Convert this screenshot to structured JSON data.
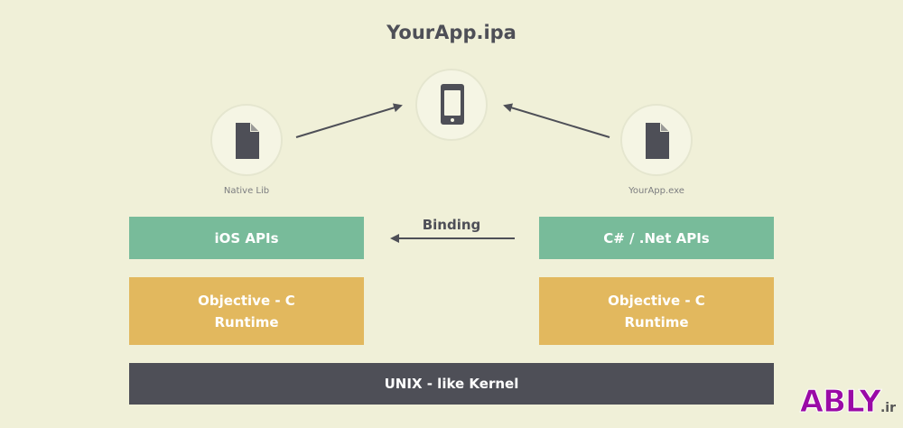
{
  "diagram": {
    "title": "YourApp.ipa",
    "nodes": {
      "phone": {
        "icon": "smartphone-icon"
      },
      "native_lib": {
        "icon": "file-icon",
        "caption": "Native Lib"
      },
      "yourapp_exe": {
        "icon": "file-icon",
        "caption": "YourApp.exe"
      }
    },
    "left_stack": {
      "apis": "iOS APIs",
      "runtime_line1": "Objective - C",
      "runtime_line2": "Runtime"
    },
    "right_stack": {
      "apis": "C# / .Net APIs",
      "runtime_line1": "Objective - C",
      "runtime_line2": "Runtime"
    },
    "binding_label": "Binding",
    "kernel": "UNIX - like Kernel"
  },
  "watermark": {
    "brand": "ABLY",
    "domain": ".ir"
  },
  "colors": {
    "background": "#f0f0d8",
    "api_box": "#78bb9a",
    "runtime_box": "#e2b85e",
    "kernel_box": "#4e4f57",
    "text_dark": "#4e4f57",
    "icon": "#4e4f57"
  }
}
